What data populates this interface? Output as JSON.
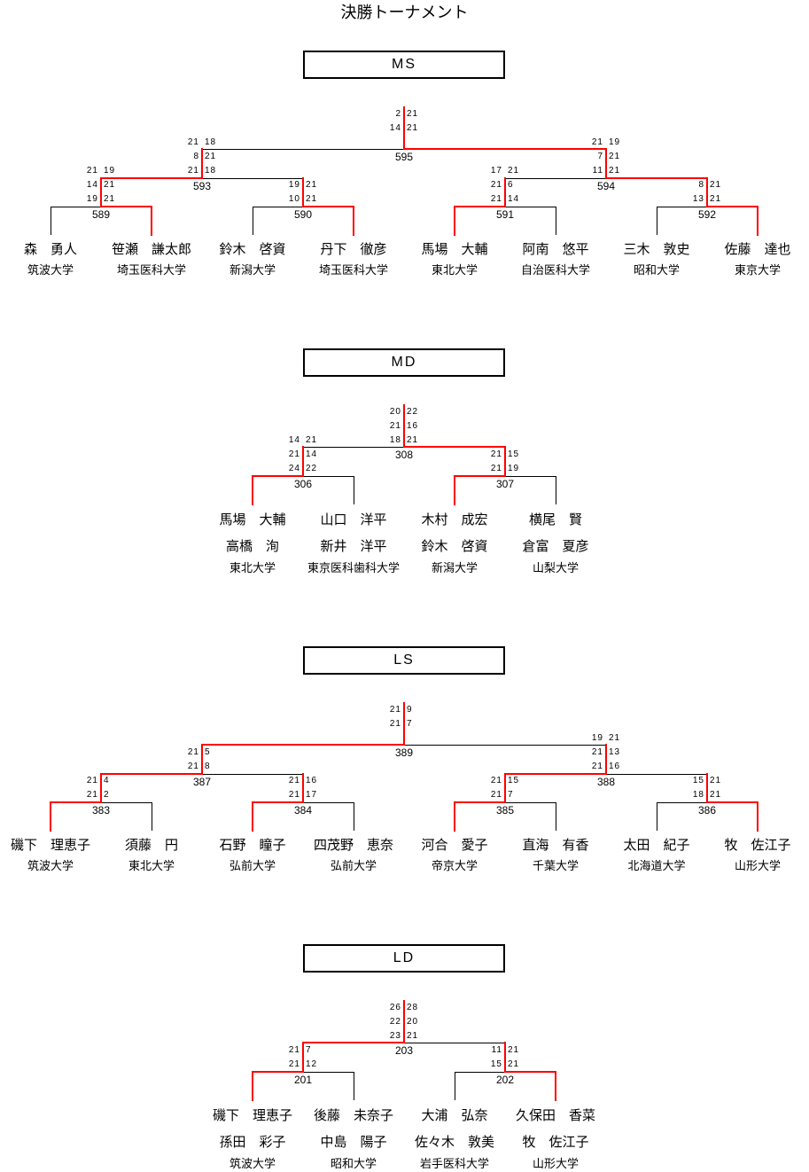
{
  "page": {
    "title": "決勝トーナメント"
  },
  "colors": {
    "winner_line": "#ff0000",
    "line": "#000000"
  },
  "sections": [
    {
      "event": "MS",
      "entries": [
        {
          "players": [
            "森　勇人"
          ],
          "affiliation": "筑波大学"
        },
        {
          "players": [
            "笹瀬　謙太郎"
          ],
          "affiliation": "埼玉医科大学"
        },
        {
          "players": [
            "鈴木　啓資"
          ],
          "affiliation": "新潟大学"
        },
        {
          "players": [
            "丹下　徹彦"
          ],
          "affiliation": "埼玉医科大学"
        },
        {
          "players": [
            "馬場　大輔"
          ],
          "affiliation": "東北大学"
        },
        {
          "players": [
            "阿南　悠平"
          ],
          "affiliation": "自治医科大学"
        },
        {
          "players": [
            "三木　敦史"
          ],
          "affiliation": "昭和大学"
        },
        {
          "players": [
            "佐藤　達也"
          ],
          "affiliation": "東京大学"
        }
      ],
      "rounds": [
        [
          {
            "match_no": "589",
            "scores": [
              [
                "21",
                "19"
              ],
              [
                "14",
                "21"
              ],
              [
                "19",
                "21"
              ]
            ],
            "winner": "right"
          },
          {
            "match_no": "590",
            "scores": [
              [
                "19",
                "21"
              ],
              [
                "10",
                "21"
              ]
            ],
            "winner": "right"
          },
          {
            "match_no": "591",
            "scores": [
              [
                "17",
                "21"
              ],
              [
                "21",
                "6"
              ],
              [
                "21",
                "14"
              ]
            ],
            "winner": "left"
          },
          {
            "match_no": "592",
            "scores": [
              [
                "8",
                "21"
              ],
              [
                "13",
                "21"
              ]
            ],
            "winner": "right"
          }
        ],
        [
          {
            "match_no": "593",
            "scores": [
              [
                "21",
                "18"
              ],
              [
                "8",
                "21"
              ],
              [
                "21",
                "18"
              ]
            ],
            "winner": "left"
          },
          {
            "match_no": "594",
            "scores": [
              [
                "21",
                "19"
              ],
              [
                "7",
                "21"
              ],
              [
                "11",
                "21"
              ]
            ],
            "winner": "right"
          }
        ],
        [
          {
            "match_no": "595",
            "scores": [
              [
                "2",
                "21"
              ],
              [
                "14",
                "21"
              ]
            ],
            "winner": "right"
          }
        ]
      ]
    },
    {
      "event": "MD",
      "entries": [
        {
          "players": [
            "馬場　大輔",
            "高橋　洵"
          ],
          "affiliation": "東北大学"
        },
        {
          "players": [
            "山口　洋平",
            "新井　洋平"
          ],
          "affiliation": "東京医科歯科大学"
        },
        {
          "players": [
            "木村　成宏",
            "鈴木　啓資"
          ],
          "affiliation": "新潟大学"
        },
        {
          "players": [
            "横尾　賢",
            "倉富　夏彦"
          ],
          "affiliation": "山梨大学"
        }
      ],
      "rounds": [
        [
          {
            "match_no": "306",
            "scores": [
              [
                "14",
                "21"
              ],
              [
                "21",
                "14"
              ],
              [
                "24",
                "22"
              ]
            ],
            "winner": "left"
          },
          {
            "match_no": "307",
            "scores": [
              [
                "21",
                "15"
              ],
              [
                "21",
                "19"
              ]
            ],
            "winner": "left"
          }
        ],
        [
          {
            "match_no": "308",
            "scores": [
              [
                "20",
                "22"
              ],
              [
                "21",
                "16"
              ],
              [
                "18",
                "21"
              ]
            ],
            "winner": "right"
          }
        ]
      ]
    },
    {
      "event": "LS",
      "entries": [
        {
          "players": [
            "磯下　理恵子"
          ],
          "affiliation": "筑波大学"
        },
        {
          "players": [
            "須藤　円"
          ],
          "affiliation": "東北大学"
        },
        {
          "players": [
            "石野　瞳子"
          ],
          "affiliation": "弘前大学"
        },
        {
          "players": [
            "四茂野　恵奈"
          ],
          "affiliation": "弘前大学"
        },
        {
          "players": [
            "河合　愛子"
          ],
          "affiliation": "帝京大学"
        },
        {
          "players": [
            "直海　有香"
          ],
          "affiliation": "千葉大学"
        },
        {
          "players": [
            "太田　紀子"
          ],
          "affiliation": "北海道大学"
        },
        {
          "players": [
            "牧　佐江子"
          ],
          "affiliation": "山形大学"
        }
      ],
      "rounds": [
        [
          {
            "match_no": "383",
            "scores": [
              [
                "21",
                "4"
              ],
              [
                "21",
                "2"
              ]
            ],
            "winner": "left"
          },
          {
            "match_no": "384",
            "scores": [
              [
                "21",
                "16"
              ],
              [
                "21",
                "17"
              ]
            ],
            "winner": "left"
          },
          {
            "match_no": "385",
            "scores": [
              [
                "21",
                "15"
              ],
              [
                "21",
                "7"
              ]
            ],
            "winner": "left"
          },
          {
            "match_no": "386",
            "scores": [
              [
                "15",
                "21"
              ],
              [
                "18",
                "21"
              ]
            ],
            "winner": "right"
          }
        ],
        [
          {
            "match_no": "387",
            "scores": [
              [
                "21",
                "5"
              ],
              [
                "21",
                "8"
              ]
            ],
            "winner": "left"
          },
          {
            "match_no": "388",
            "scores": [
              [
                "19",
                "21"
              ],
              [
                "21",
                "13"
              ],
              [
                "21",
                "16"
              ]
            ],
            "winner": "left"
          }
        ],
        [
          {
            "match_no": "389",
            "scores": [
              [
                "21",
                "9"
              ],
              [
                "21",
                "7"
              ]
            ],
            "winner": "left"
          }
        ]
      ]
    },
    {
      "event": "LD",
      "entries": [
        {
          "players": [
            "磯下　理恵子",
            "孫田　彩子"
          ],
          "affiliation": "筑波大学"
        },
        {
          "players": [
            "後藤　未奈子",
            "中島　陽子"
          ],
          "affiliation": "昭和大学"
        },
        {
          "players": [
            "大浦　弘奈",
            "佐々木　敦美"
          ],
          "affiliation": "岩手医科大学"
        },
        {
          "players": [
            "久保田　香菜",
            "牧　佐江子"
          ],
          "affiliation": "山形大学"
        }
      ],
      "rounds": [
        [
          {
            "match_no": "201",
            "scores": [
              [
                "21",
                "7"
              ],
              [
                "21",
                "12"
              ]
            ],
            "winner": "left"
          },
          {
            "match_no": "202",
            "scores": [
              [
                "11",
                "21"
              ],
              [
                "15",
                "21"
              ]
            ],
            "winner": "right"
          }
        ],
        [
          {
            "match_no": "203",
            "scores": [
              [
                "26",
                "28"
              ],
              [
                "22",
                "20"
              ],
              [
                "23",
                "21"
              ]
            ],
            "winner": "left"
          }
        ]
      ]
    }
  ]
}
